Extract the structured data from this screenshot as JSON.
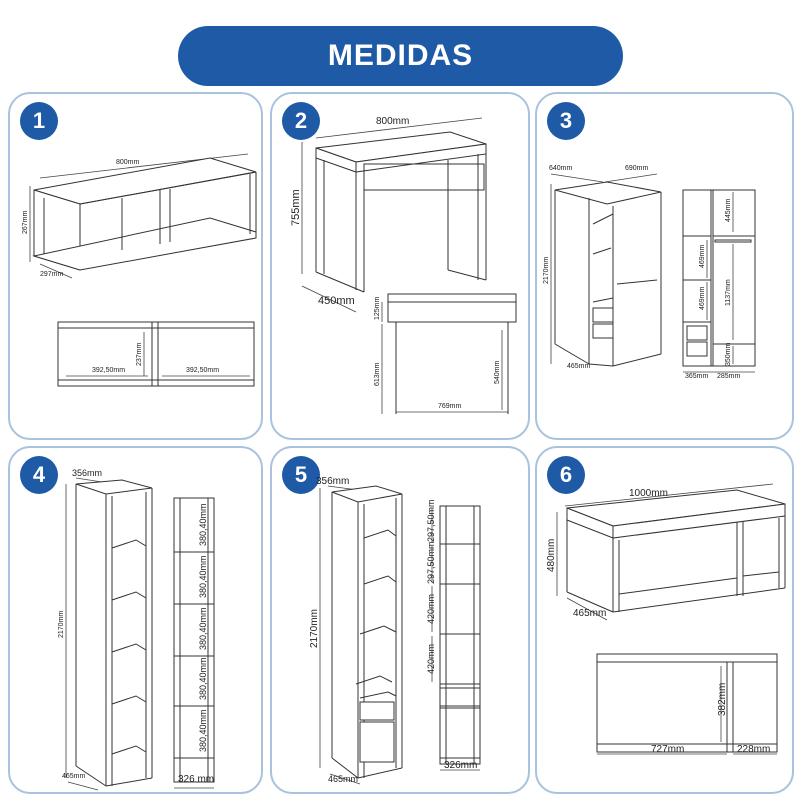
{
  "header": {
    "title": "MEDIDAS"
  },
  "panels": [
    {
      "number": "1",
      "dims": {
        "width": "800mm",
        "height": "267mm",
        "depth": "297mm",
        "niche_height": "237mm",
        "left_niche": "392,50mm",
        "right_niche": "392,50mm"
      }
    },
    {
      "number": "2",
      "dims": {
        "width": "800mm",
        "height": "755mm",
        "depth": "450mm",
        "drawer": "125mm",
        "leg": "613mm",
        "inner_height": "540mm",
        "inner_width": "769mm"
      }
    },
    {
      "number": "3",
      "dims": {
        "side_a": "640mm",
        "side_b": "690mm",
        "height": "2170mm",
        "depth": "465mm",
        "top_niche": "445mm",
        "niche_a": "469mm",
        "niche_b": "469mm",
        "long_niche": "1137mm",
        "bottom": "350mm",
        "width_left": "365mm",
        "width_right": "285mm"
      }
    },
    {
      "number": "4",
      "dims": {
        "depth_top": "356mm",
        "height": "2170mm",
        "depth": "465mm",
        "width": "326 mm",
        "shelf_1": "380,40mm",
        "shelf_2": "380,40mm",
        "shelf_3": "380,40mm",
        "shelf_4": "380,40mm",
        "shelf_5": "380,40mm"
      }
    },
    {
      "number": "5",
      "dims": {
        "depth_top": "356mm",
        "height": "2170mm",
        "depth": "465mm",
        "width": "326mm",
        "niche_1": "297,50mm",
        "niche_2": "297,50mm",
        "niche_3": "420mm",
        "niche_4": "420mm"
      }
    },
    {
      "number": "6",
      "dims": {
        "width": "1000mm",
        "height": "480mm",
        "depth": "465mm",
        "inner_height": "382mm",
        "left_width": "727mm",
        "right_width": "228mm"
      }
    }
  ]
}
